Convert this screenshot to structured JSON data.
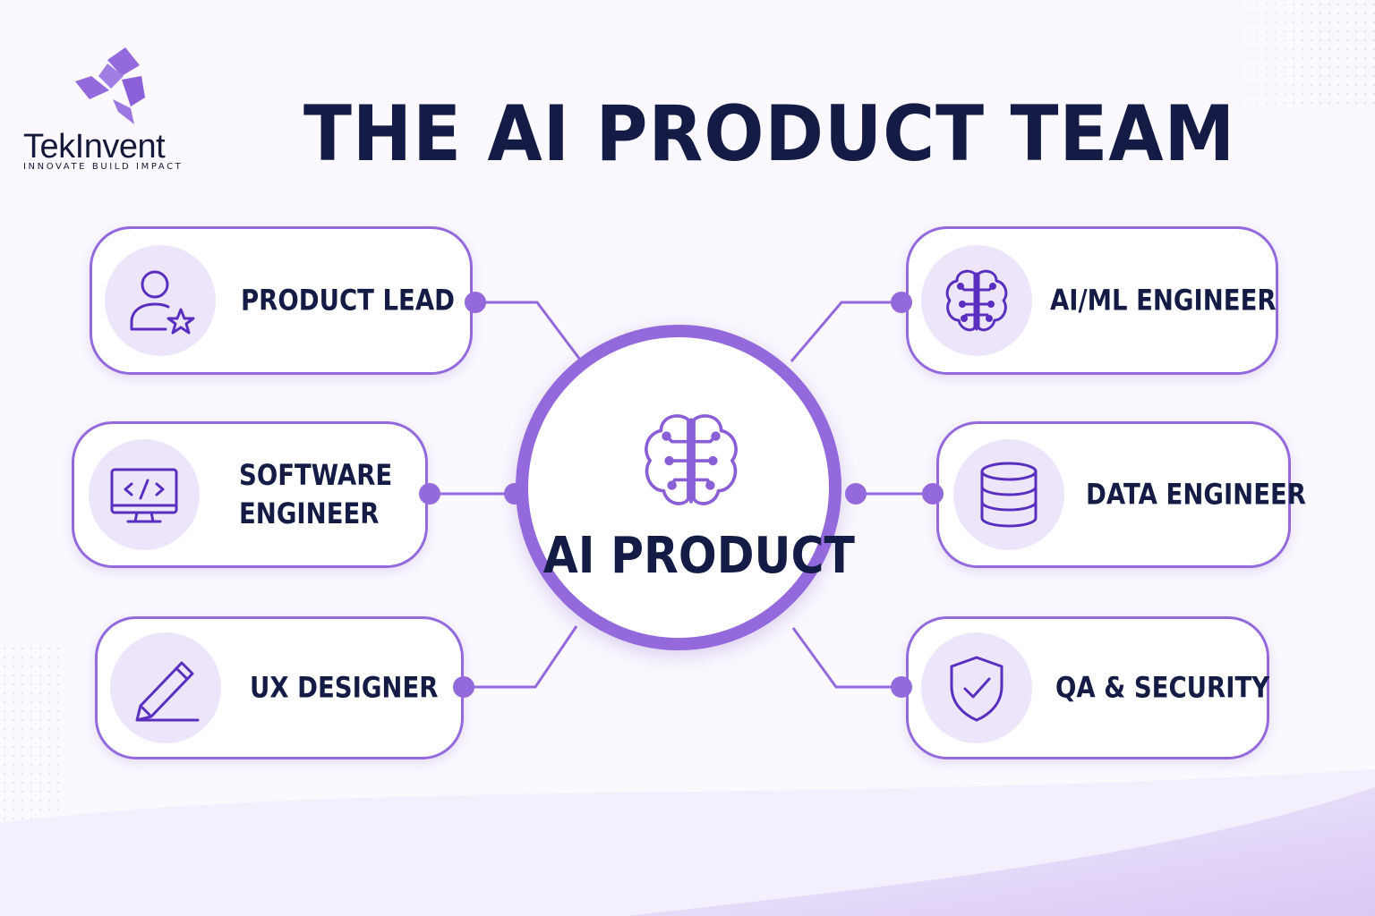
{
  "brand": {
    "name": "TekInvent",
    "tagline": "INNOVATE   BUILD   IMPACT",
    "logo": "pinwheel-logo"
  },
  "title": "THE AI PRODUCT TEAM",
  "hub": {
    "label": "AI PRODUCT",
    "icon": "brain-circuit-icon"
  },
  "roles": [
    {
      "label": "PRODUCT LEAD",
      "icon": "user-star-icon"
    },
    {
      "label_lines": [
        "SOFTWARE",
        "ENGINEER"
      ],
      "icon": "monitor-code-icon"
    },
    {
      "label": "UX DESIGNER",
      "icon": "pencil-icon"
    },
    {
      "label": "AI/ML ENGINEER",
      "icon": "brain-circuit-icon"
    },
    {
      "label": "DATA ENGINEER",
      "icon": "database-icon"
    },
    {
      "label": "QA & SECURITY",
      "icon": "shield-check-icon"
    }
  ],
  "colors": {
    "accent": "#9369dc",
    "icon_circle": "#ede6fa",
    "text": "#141c45",
    "background": "#fbf9fe"
  }
}
